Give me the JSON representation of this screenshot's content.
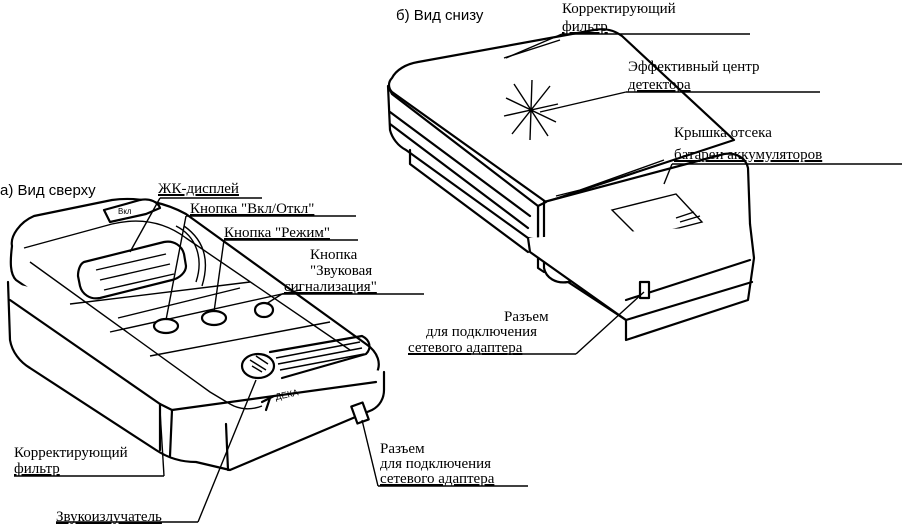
{
  "views": {
    "top_view_title": "а) Вид сверху",
    "bottom_view_title": "б) Вид снизу"
  },
  "labels": {
    "lcd_display": "ЖК-дисплей",
    "power_button": "Кнопка \"Вкл/Откл\"",
    "mode_button": "Кнопка \"Режим\"",
    "sound_button_line1": "Кнопка",
    "sound_button_line2": "\"Звуковая",
    "sound_button_line3": "сигнализация\"",
    "adapter_connector_top_line1": "Разъем",
    "adapter_connector_top_line2": "для подключения",
    "adapter_connector_top_line3": "сетевого адаптера",
    "correcting_filter_left_line1": "Корректирующий",
    "correcting_filter_left_line2": "фильтр",
    "adapter_connector_left_line1": "Разъем",
    "adapter_connector_left_line2": "для подключения",
    "adapter_connector_left_line3": "сетевого адаптера",
    "buzzer": "Звукоизлучатель",
    "correcting_filter_right_line1": "Корректирующий",
    "correcting_filter_right_line2": "фильтр",
    "detector_center_line1": "Эффективный центр",
    "detector_center_line2": "детектора",
    "battery_cover_line1": "Крышка отсека",
    "battery_cover_line2": "батареи аккумуляторов"
  }
}
